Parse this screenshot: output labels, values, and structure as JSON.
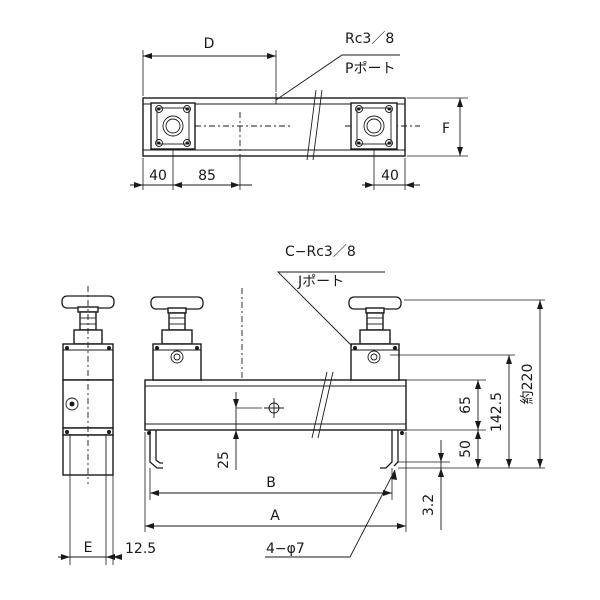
{
  "labels": {
    "d": "D",
    "f": "F",
    "p_port_size": "Rc3／8",
    "p_port_name": "Pポート",
    "dim_40_left": "40",
    "dim_85": "85",
    "dim_40_right": "40",
    "j_port_size": "C−Rc3／8",
    "j_port_name": "Jポート",
    "dim_65": "65",
    "dim_142_5": "142.5",
    "dim_220": "約220",
    "dim_25": "25",
    "dim_50": "50",
    "b": "B",
    "a": "A",
    "dim_3_2": "3.2",
    "e": "E",
    "dim_12_5": "12.5",
    "holes": "4−φ7"
  }
}
